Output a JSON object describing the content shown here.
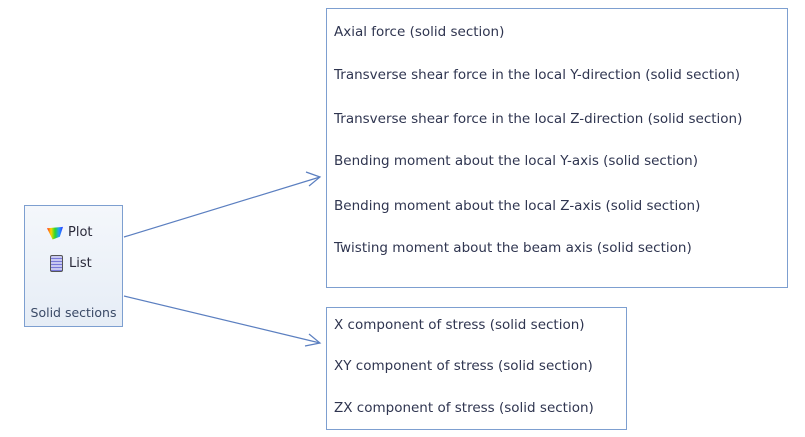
{
  "panel": {
    "plot_label": "Plot",
    "list_label": "List",
    "group_label": "Solid sections"
  },
  "force_outputs": [
    "Axial force (solid section)",
    "Transverse shear force in the local Y-direction (solid section)",
    "Transverse shear force in the local Z-direction (solid section)",
    "Bending moment about the local Y-axis (solid section)",
    "Bending moment about the local Z-axis (solid section)",
    "Twisting moment about the beam axis (solid section)"
  ],
  "stress_outputs": [
    "X component of stress (solid section)",
    "XY component of stress (solid section)",
    "ZX component of stress (solid section)"
  ]
}
